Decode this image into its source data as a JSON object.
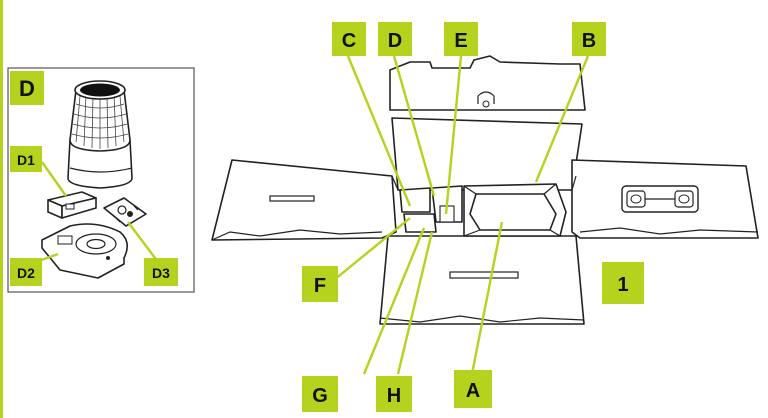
{
  "diagram": {
    "accent_color": "#b5d31e",
    "inset_labels": [
      "D",
      "D1",
      "D2",
      "D3"
    ],
    "main_labels": [
      "C",
      "D",
      "E",
      "B",
      "F",
      "1",
      "G",
      "H",
      "A"
    ],
    "icons": [
      "cardboard-box-icon",
      "camera-housing-icon",
      "wall-mount-icon",
      "base-plate-icon",
      "screw-bag-icon"
    ]
  }
}
